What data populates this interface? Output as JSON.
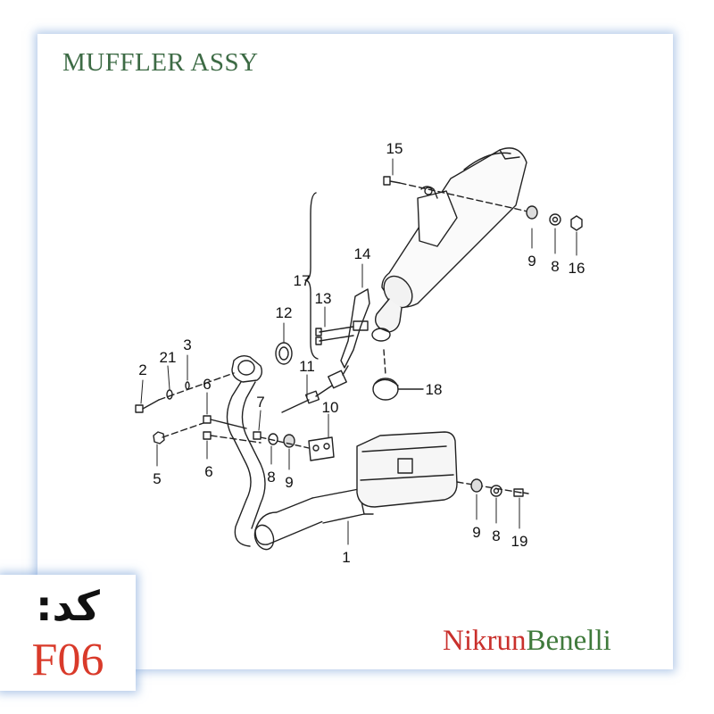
{
  "header": {
    "title": "MUFFLER ASSY"
  },
  "callouts": [
    {
      "id": "callout-1",
      "label": "1"
    },
    {
      "id": "callout-2",
      "label": "2"
    },
    {
      "id": "callout-3",
      "label": "3"
    },
    {
      "id": "callout-5",
      "label": "5"
    },
    {
      "id": "callout-6a",
      "label": "6"
    },
    {
      "id": "callout-6b",
      "label": "6"
    },
    {
      "id": "callout-7",
      "label": "7"
    },
    {
      "id": "callout-8a",
      "label": "8"
    },
    {
      "id": "callout-8b",
      "label": "8"
    },
    {
      "id": "callout-8c",
      "label": "8"
    },
    {
      "id": "callout-9a",
      "label": "9"
    },
    {
      "id": "callout-9b",
      "label": "9"
    },
    {
      "id": "callout-9c",
      "label": "9"
    },
    {
      "id": "callout-10",
      "label": "10"
    },
    {
      "id": "callout-11",
      "label": "11"
    },
    {
      "id": "callout-12",
      "label": "12"
    },
    {
      "id": "callout-13",
      "label": "13"
    },
    {
      "id": "callout-14",
      "label": "14"
    },
    {
      "id": "callout-15",
      "label": "15"
    },
    {
      "id": "callout-16",
      "label": "16"
    },
    {
      "id": "callout-17",
      "label": "17"
    },
    {
      "id": "callout-18",
      "label": "18"
    },
    {
      "id": "callout-19",
      "label": "19"
    },
    {
      "id": "callout-21",
      "label": "21"
    }
  ],
  "code_box": {
    "label": "کد:",
    "value": "F06"
  },
  "brand": {
    "part1": "Nikrun",
    "part2": "Benelli"
  },
  "colors": {
    "title": "#3d6b45",
    "code_value": "#d93a2a",
    "brand_red": "#c9302c",
    "brand_green": "#3f7a3b",
    "frame_glow": "#78a0d7"
  }
}
